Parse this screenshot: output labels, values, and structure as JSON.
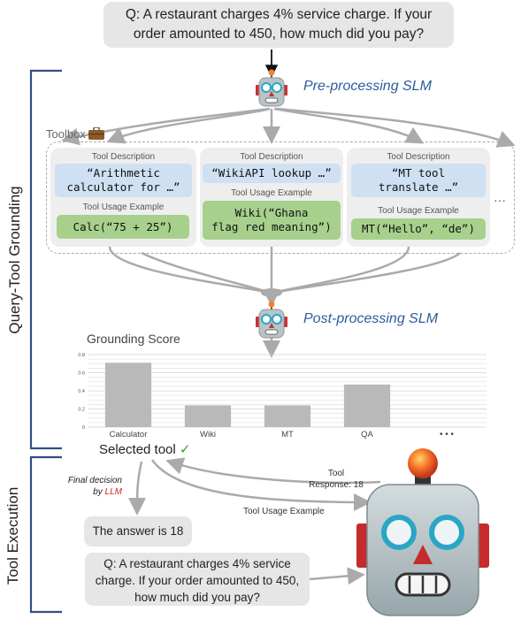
{
  "query": {
    "line1": "Q: A restaurant charges 4% service charge. If your",
    "line2": "order amounted to 450, how much did you pay?"
  },
  "pre_slm": "Pre-processing SLM",
  "post_slm": "Post-processing SLM",
  "toolbox": {
    "title": "Toolbox",
    "icon": "briefcase-icon",
    "more": "···"
  },
  "tools": [
    {
      "desc_label": "Tool Description",
      "desc": "“Arithmetic\ncalculator for …”",
      "usage_label": "Tool Usage Example",
      "usage": "Calc(“75 + 25”)"
    },
    {
      "desc_label": "Tool Description",
      "desc": "“WikiAPI lookup …”",
      "usage_label": "Tool Usage Example",
      "usage": "Wiki(“Ghana\nflag red meaning”)"
    },
    {
      "desc_label": "Tool Description",
      "desc": "“MT tool\ntranslate …”",
      "usage_label": "Tool Usage Example",
      "usage": "MT(“Hello”, “de”)"
    }
  ],
  "chart_data": {
    "type": "bar",
    "title": "Grounding Score",
    "categories": [
      "Calculator",
      "Wiki",
      "MT",
      "QA",
      "• • •"
    ],
    "values": [
      0.71,
      0.24,
      0.24,
      0.47,
      null
    ],
    "ylim": [
      0,
      0.8
    ],
    "yticks": [
      "0",
      "0.2",
      "0.4",
      "0.6",
      "0.8"
    ],
    "grid": true,
    "bar_color": "#b9b9b9"
  },
  "selected_tool": "Selected tool",
  "check": "✓",
  "sections": {
    "grounding": "Query-Tool Grounding",
    "execution": "Tool Execution"
  },
  "final_decision": {
    "line1": "Final decision",
    "line2_prefix": "by ",
    "line2_llm": "LLM"
  },
  "tool_response": {
    "line1": "Tool",
    "line2": "Response: 18"
  },
  "tool_usage_example": "Tool Usage Example",
  "answer": "The answer is 18",
  "bottom_query": {
    "line1": "Q: A restaurant charges 4% service",
    "line2": "charge. If your order amounted to 450,",
    "line3": "how much did you pay?"
  },
  "colors": {
    "accent_blue": "#2e5c9c",
    "desc_blue": "#cfe0f2",
    "usage_green": "#a8d08d",
    "llm_red": "#d62424"
  }
}
